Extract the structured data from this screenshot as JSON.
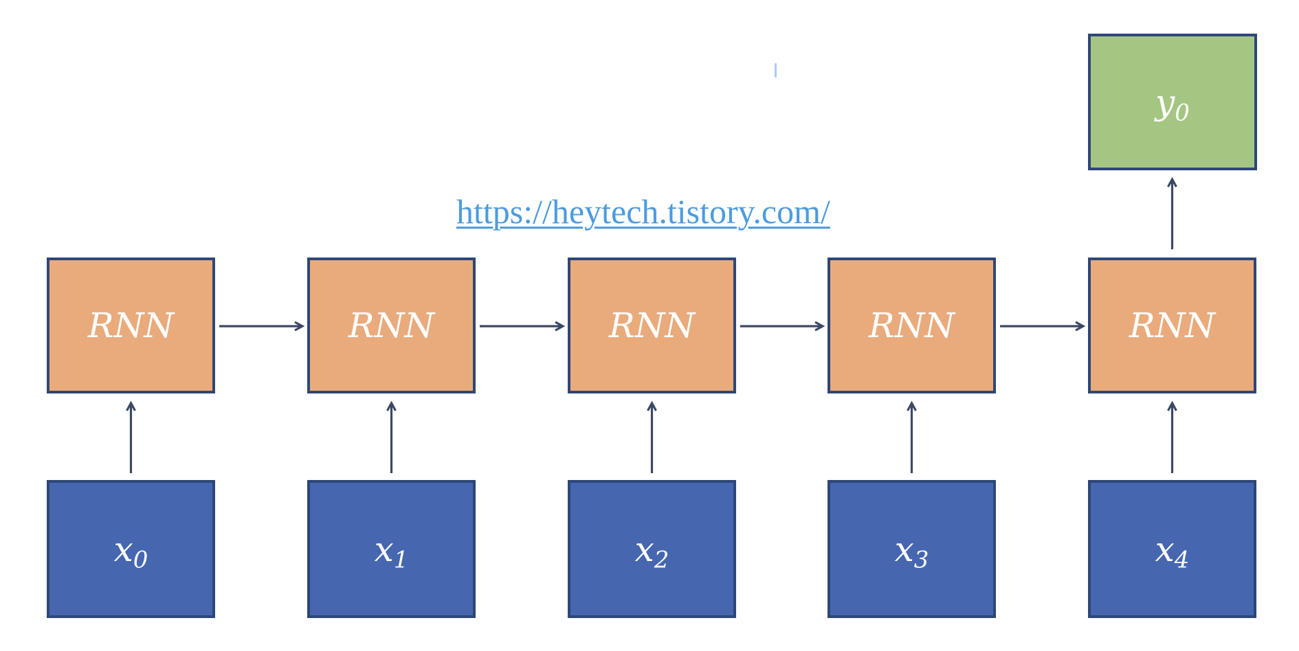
{
  "link": {
    "text": "https://heytech.tistory.com/"
  },
  "diagram": {
    "rnn_boxes": [
      {
        "label": "RNN"
      },
      {
        "label": "RNN"
      },
      {
        "label": "RNN"
      },
      {
        "label": "RNN"
      },
      {
        "label": "RNN"
      }
    ],
    "inputs": [
      {
        "base": "x",
        "sub": "0"
      },
      {
        "base": "x",
        "sub": "1"
      },
      {
        "base": "x",
        "sub": "2"
      },
      {
        "base": "x",
        "sub": "3"
      },
      {
        "base": "x",
        "sub": "4"
      }
    ],
    "output": {
      "base": "y",
      "sub": "0"
    }
  },
  "colors": {
    "rnn_fill": "#E9AB7C",
    "input_fill": "#4667B0",
    "output_fill": "#A5C682",
    "border": "#2E4678",
    "arrow": "#3B4965",
    "link": "#4D9BE0",
    "cursor": "#AECBF2",
    "label_text": "#FFFFFF"
  }
}
